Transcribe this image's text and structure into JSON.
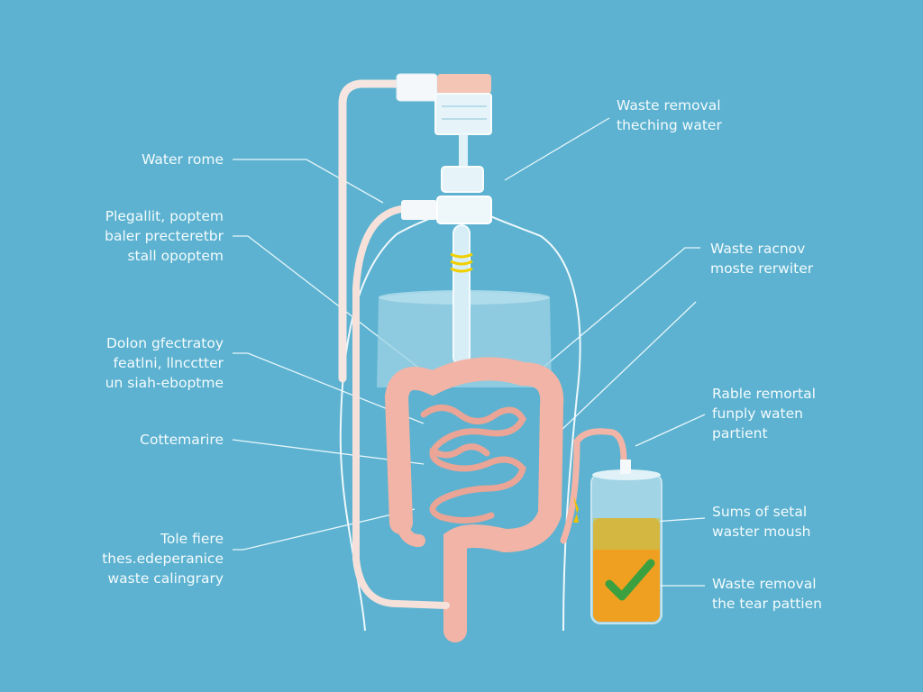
{
  "colors": {
    "background": "#5cb2d0",
    "intestine": "#f2b4a6",
    "water": "#9fd3e6",
    "waste": "#f0a020",
    "check": "#3aa040"
  },
  "labels_left": [
    {
      "lines": [
        "Water rome"
      ]
    },
    {
      "lines": [
        "Plegallit, poptem",
        "baler precteretbr",
        "stall opoptem"
      ]
    },
    {
      "lines": [
        "Dolon gfectratoy",
        "featlni, llncctter",
        "un siah-eboptme"
      ]
    },
    {
      "lines": [
        "Cottemarire"
      ]
    },
    {
      "lines": [
        "Tole fiere",
        "thes.edeperanice",
        "waste calingrary"
      ]
    }
  ],
  "labels_right": [
    {
      "lines": [
        "Waste removal",
        "theching water"
      ]
    },
    {
      "lines": [
        "Waste racnov",
        "moste rerwiter"
      ]
    },
    {
      "lines": [
        "Rable remortal",
        "funply waten",
        "partient"
      ]
    },
    {
      "lines": [
        "Sums of setal",
        "waster moush"
      ]
    },
    {
      "lines": [
        "Waste removal",
        "the tear pattien"
      ]
    }
  ]
}
